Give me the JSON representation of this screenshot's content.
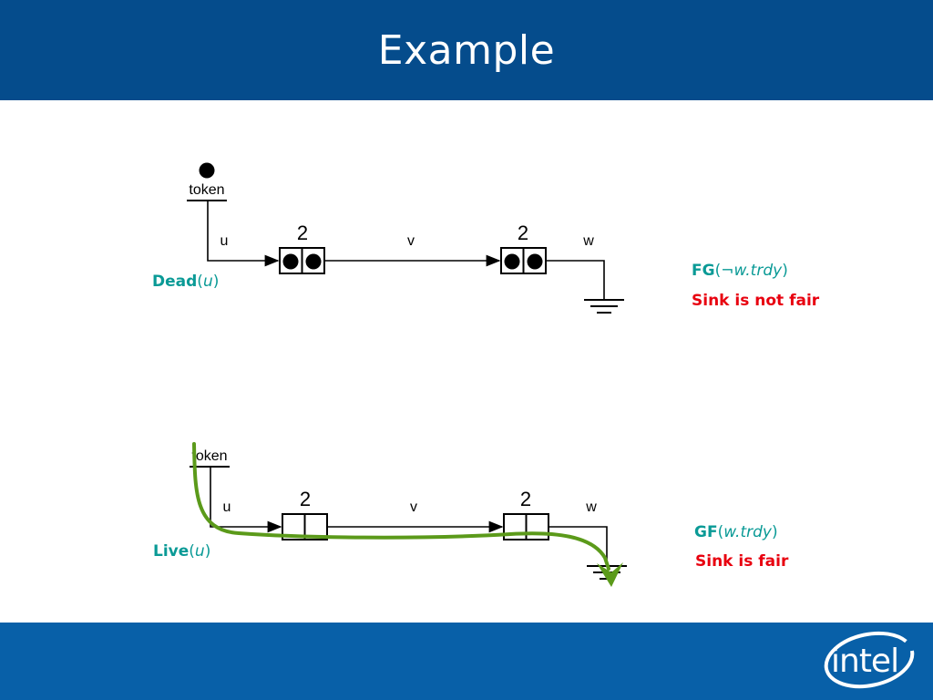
{
  "slide": {
    "title": "Example"
  },
  "diagram_top": {
    "token_label": "token",
    "channel_u": "u",
    "channel_v": "v",
    "channel_w": "w",
    "queue1_capacity": "2",
    "queue2_capacity": "2",
    "property_prefix": "Dead",
    "property_paren_open": "(",
    "property_var": "u",
    "property_paren_close": ")",
    "formula_op": "FG",
    "formula_open": "(",
    "formula_arg": "¬w.trdy",
    "formula_close": ")",
    "fairness_text": "Sink is not fair"
  },
  "diagram_bottom": {
    "token_label": "token",
    "channel_u": "u",
    "channel_v": "v",
    "channel_w": "w",
    "queue1_capacity": "2",
    "queue2_capacity": "2",
    "property_prefix": "Live",
    "property_paren_open": "(",
    "property_var": "u",
    "property_paren_close": ")",
    "formula_op": "GF",
    "formula_open": "(",
    "formula_arg": "w.trdy",
    "formula_close": ")",
    "fairness_text": "Sink is fair"
  },
  "logo": {
    "text": "intel"
  },
  "colors": {
    "header_bg": "#054c8c",
    "footer_bg": "#0860a8",
    "teal_text": "#0a9a96",
    "red_text": "#e8000f",
    "path_green": "#5b9a1a"
  }
}
